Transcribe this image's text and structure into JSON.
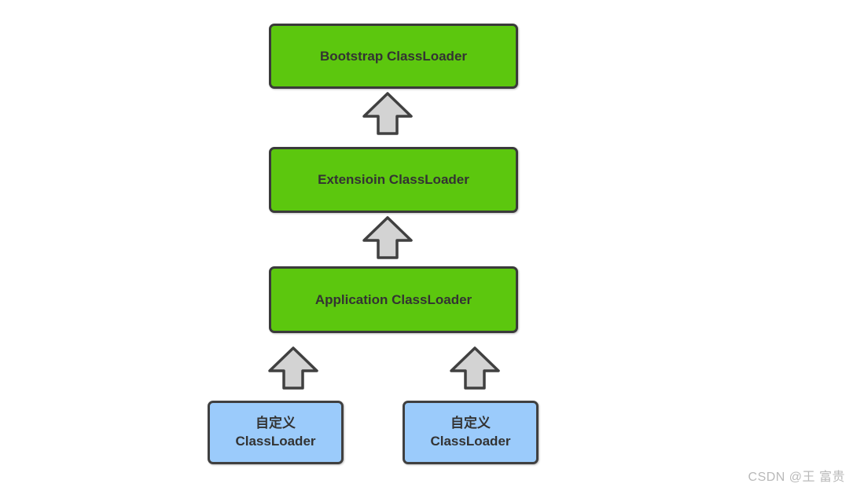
{
  "diagram": {
    "nodes": {
      "bootstrap": {
        "label": "Bootstrap ClassLoader"
      },
      "extension": {
        "label": "Extensioin ClassLoader"
      },
      "application": {
        "label": "Application ClassLoader"
      },
      "custom_left": {
        "line1": "自定义",
        "line2": "ClassLoader"
      },
      "custom_right": {
        "line1": "自定义",
        "line2": "ClassLoader"
      }
    },
    "arrows": [
      {
        "from": "extension",
        "to": "bootstrap",
        "direction": "up"
      },
      {
        "from": "application",
        "to": "extension",
        "direction": "up"
      },
      {
        "from": "custom_left",
        "to": "application",
        "direction": "up"
      },
      {
        "from": "custom_right",
        "to": "application",
        "direction": "up"
      }
    ]
  },
  "colors": {
    "green_fill": "#5cc70e",
    "green_border": "#3a3a3a",
    "blue_fill": "#9bcbfb",
    "blue_border": "#404040",
    "arrow_fill": "#d3d3d3",
    "arrow_border": "#404040",
    "node_text": "#333333",
    "watermark_text": "#b9b9b9",
    "background": "#ffffff"
  },
  "watermark": {
    "text": "CSDN @王 富贵"
  }
}
